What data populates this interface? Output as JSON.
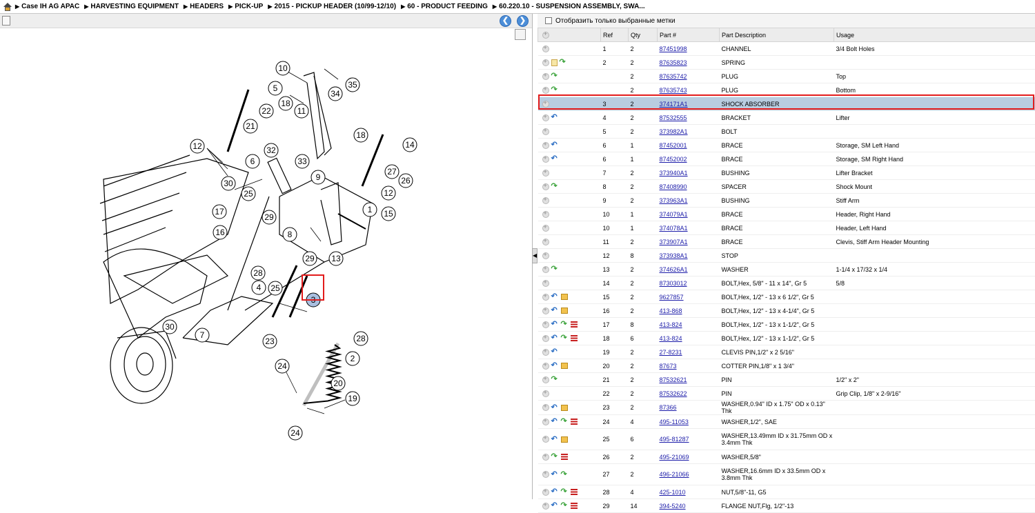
{
  "breadcrumb": [
    "Case IH AG APAC",
    "HARVESTING EQUIPMENT",
    "HEADERS",
    "PICK-UP",
    "2015 - PICKUP HEADER (10/99-12/10)",
    "60 - PRODUCT FEEDING",
    "60.220.10 - SUSPENSION ASSEMBLY, SWA..."
  ],
  "filter_label": "Отобразить только выбранные метки",
  "columns": {
    "ref": "Ref",
    "qty": "Qty",
    "part": "Part #",
    "desc": "Part Description",
    "usage": "Usage"
  },
  "rows": [
    {
      "icons": [],
      "ref": "1",
      "qty": "2",
      "part": "87451998",
      "desc": "CHANNEL",
      "usage": "3/4 Bolt Holes"
    },
    {
      "icons": [
        "note",
        "green"
      ],
      "ref": "2",
      "qty": "2",
      "part": "87635823",
      "desc": "SPRING",
      "usage": ""
    },
    {
      "icons": [
        "green"
      ],
      "ref": "",
      "qty": "2",
      "part": "87635742",
      "desc": "PLUG",
      "usage": "Top"
    },
    {
      "icons": [
        "green"
      ],
      "ref": "",
      "qty": "2",
      "part": "87635743",
      "desc": "PLUG",
      "usage": "Bottom"
    },
    {
      "icons": [],
      "ref": "3",
      "qty": "2",
      "part": "374171A1",
      "desc": "SHOCK ABSORBER",
      "usage": "",
      "selected": true
    },
    {
      "icons": [
        "blue"
      ],
      "ref": "4",
      "qty": "2",
      "part": "87532555",
      "desc": "BRACKET",
      "usage": "Lifter"
    },
    {
      "icons": [],
      "ref": "5",
      "qty": "2",
      "part": "373982A1",
      "desc": "BOLT",
      "usage": ""
    },
    {
      "icons": [
        "blue"
      ],
      "ref": "6",
      "qty": "1",
      "part": "87452001",
      "desc": "BRACE",
      "usage": "Storage, SM Left Hand"
    },
    {
      "icons": [
        "blue"
      ],
      "ref": "6",
      "qty": "1",
      "part": "87452002",
      "desc": "BRACE",
      "usage": "Storage, SM Right Hand"
    },
    {
      "icons": [],
      "ref": "7",
      "qty": "2",
      "part": "373940A1",
      "desc": "BUSHING",
      "usage": "Lifter Bracket"
    },
    {
      "icons": [
        "green"
      ],
      "ref": "8",
      "qty": "2",
      "part": "87408990",
      "desc": "SPACER",
      "usage": "Shock Mount"
    },
    {
      "icons": [],
      "ref": "9",
      "qty": "2",
      "part": "373963A1",
      "desc": "BUSHING",
      "usage": "Stiff Arm"
    },
    {
      "icons": [],
      "ref": "10",
      "qty": "1",
      "part": "374079A1",
      "desc": "BRACE",
      "usage": "Header, Right Hand"
    },
    {
      "icons": [],
      "ref": "10",
      "qty": "1",
      "part": "374078A1",
      "desc": "BRACE",
      "usage": "Header, Left Hand"
    },
    {
      "icons": [],
      "ref": "11",
      "qty": "2",
      "part": "373907A1",
      "desc": "BRACE",
      "usage": "Clevis, Stiff Arm Header Mounting"
    },
    {
      "icons": [],
      "ref": "12",
      "qty": "8",
      "part": "373938A1",
      "desc": "STOP",
      "usage": ""
    },
    {
      "icons": [
        "green"
      ],
      "ref": "13",
      "qty": "2",
      "part": "374626A1",
      "desc": "WASHER",
      "usage": "1-1/4 x 17/32 x 1/4"
    },
    {
      "icons": [],
      "ref": "14",
      "qty": "2",
      "part": "87303012",
      "desc": "BOLT,Hex, 5/8\" - 11 x 14\", Gr 5",
      "usage": "5/8"
    },
    {
      "icons": [
        "blue",
        "box"
      ],
      "ref": "15",
      "qty": "2",
      "part": "9627857",
      "desc": "BOLT,Hex, 1/2\" - 13 x 6 1/2\", Gr 5",
      "usage": ""
    },
    {
      "icons": [
        "blue",
        "box"
      ],
      "ref": "16",
      "qty": "2",
      "part": "413-868",
      "desc": "BOLT,Hex, 1/2\" - 13 x 4-1/4\", Gr 5",
      "usage": ""
    },
    {
      "icons": [
        "blue",
        "green",
        "list"
      ],
      "ref": "17",
      "qty": "8",
      "part": "413-824",
      "desc": "BOLT,Hex, 1/2\" - 13 x 1-1/2\", Gr 5",
      "usage": ""
    },
    {
      "icons": [
        "blue",
        "green",
        "list"
      ],
      "ref": "18",
      "qty": "6",
      "part": "413-824",
      "desc": "BOLT,Hex, 1/2\" - 13 x 1-1/2\", Gr 5",
      "usage": ""
    },
    {
      "icons": [
        "blue"
      ],
      "ref": "19",
      "qty": "2",
      "part": "27-8231",
      "desc": "CLEVIS PIN,1/2\" x 2 5/16\"",
      "usage": ""
    },
    {
      "icons": [
        "blue",
        "box"
      ],
      "ref": "20",
      "qty": "2",
      "part": "87673",
      "desc": "COTTER PIN,1/8\" x 1 3/4\"",
      "usage": ""
    },
    {
      "icons": [
        "green"
      ],
      "ref": "21",
      "qty": "2",
      "part": "87532621",
      "desc": "PIN",
      "usage": "1/2\" x 2\""
    },
    {
      "icons": [],
      "ref": "22",
      "qty": "2",
      "part": "87532622",
      "desc": "PIN",
      "usage": "Grip Clip, 1/8\" x 2-9/16\""
    },
    {
      "icons": [
        "blue",
        "box"
      ],
      "ref": "23",
      "qty": "2",
      "part": "87366",
      "desc": "WASHER,0.94\" ID x 1.75\" OD x 0.13\" Thk",
      "usage": ""
    },
    {
      "icons": [
        "blue",
        "green",
        "list"
      ],
      "ref": "24",
      "qty": "4",
      "part": "495-11053",
      "desc": "WASHER,1/2\", SAE",
      "usage": ""
    },
    {
      "icons": [
        "blue",
        "box"
      ],
      "ref": "25",
      "qty": "6",
      "part": "495-81287",
      "desc": "WASHER,13.49mm ID x 31.75mm OD x",
      "desc2": "3.4mm Thk",
      "usage": ""
    },
    {
      "icons": [
        "green",
        "list"
      ],
      "ref": "26",
      "qty": "2",
      "part": "495-21069",
      "desc": "WASHER,5/8\"",
      "usage": ""
    },
    {
      "icons": [
        "blue",
        "green"
      ],
      "ref": "27",
      "qty": "2",
      "part": "496-21066",
      "desc": "WASHER,16.6mm ID x 33.5mm OD x",
      "desc2": "3.8mm Thk",
      "usage": ""
    },
    {
      "icons": [
        "blue",
        "green",
        "list"
      ],
      "ref": "28",
      "qty": "4",
      "part": "425-1010",
      "desc": "NUT,5/8\"-11, G5",
      "usage": ""
    },
    {
      "icons": [
        "blue",
        "green",
        "list"
      ],
      "ref": "29",
      "qty": "14",
      "part": "394-5240",
      "desc": "FLANGE NUT,Flg, 1/2\"-13",
      "usage": ""
    }
  ],
  "callouts": [
    "10",
    "34",
    "35",
    "5",
    "18",
    "11",
    "22",
    "21",
    "18",
    "14",
    "12",
    "32",
    "6",
    "33",
    "9",
    "27",
    "26",
    "12",
    "30",
    "25",
    "1",
    "15",
    "17",
    "29",
    "16",
    "8",
    "29",
    "13",
    "28",
    "4",
    "25",
    "3",
    "30",
    "7",
    "23",
    "28",
    "2",
    "24",
    "20",
    "19",
    "24"
  ],
  "selected_ref": "3"
}
